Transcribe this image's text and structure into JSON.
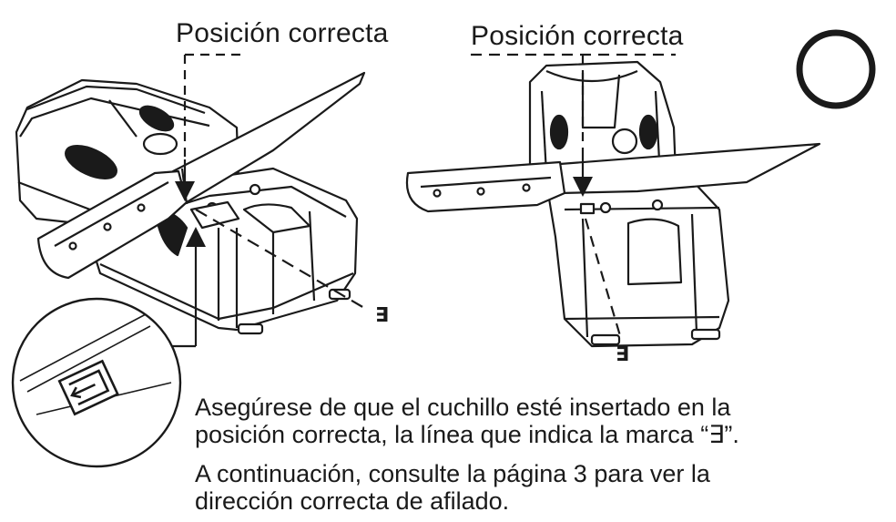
{
  "labels": {
    "left_title": "Posición correcta",
    "right_title": "Posición correcta",
    "left_mark": "∃",
    "right_mark": "∃"
  },
  "instructions": {
    "line1": "Asegúrese de que el cuchillo esté insertado en la",
    "line2": "posición correcta, la línea que indica la marca “∃”.",
    "line3": "A continuación, consulte la página 3 para ver la",
    "line4": "dirección correcta de afilado."
  },
  "icons": {
    "correct_mark": "circle-correct-icon",
    "guide_mark": "e-mark-icon"
  },
  "colors": {
    "ink": "#1a1a1a",
    "background": "#ffffff"
  }
}
